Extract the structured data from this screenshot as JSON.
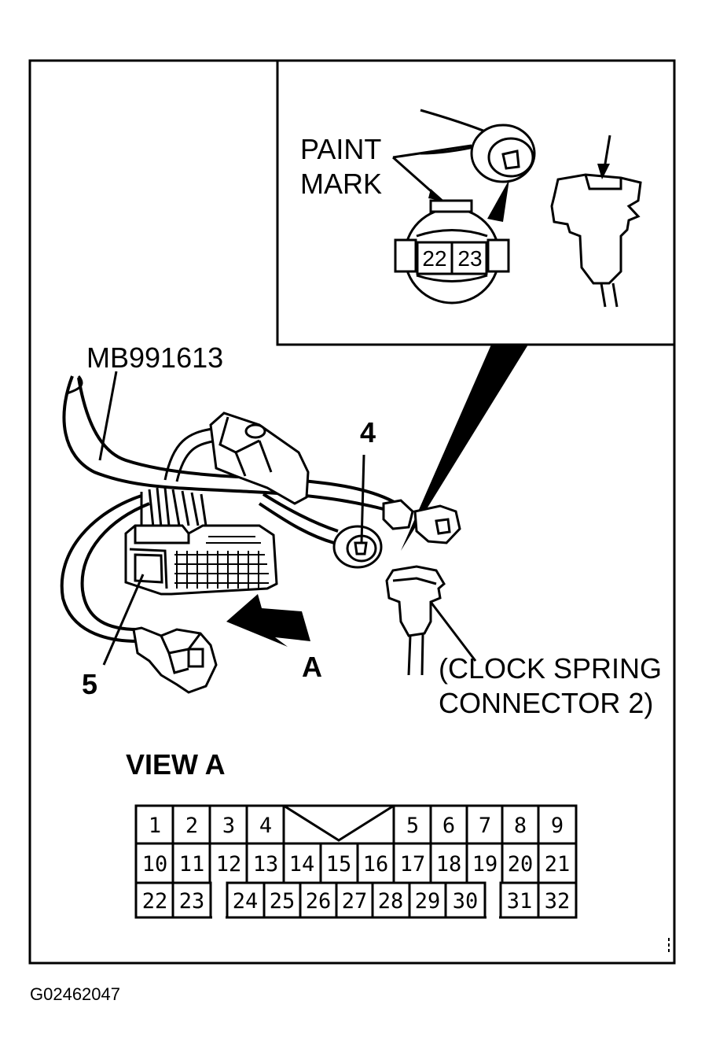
{
  "figure_id": "G02462047",
  "callouts": {
    "paint_mark_line1": "PAINT",
    "paint_mark_line2": "MARK",
    "tool": "MB991613",
    "item4": "4",
    "item5": "5",
    "arrow_a": "A",
    "clock_spring_line1": "(CLOCK SPRING",
    "clock_spring_line2": "CONNECTOR 2)"
  },
  "inset": {
    "pin_left": "22",
    "pin_right": "23"
  },
  "view_a": {
    "title": "VIEW A",
    "row1": [
      "1",
      "2",
      "3",
      "4",
      "5",
      "6",
      "7",
      "8",
      "9"
    ],
    "row2": [
      "10",
      "11",
      "12",
      "13",
      "14",
      "15",
      "16",
      "17",
      "18",
      "19",
      "20",
      "21"
    ],
    "row3": [
      "22",
      "23",
      "24",
      "25",
      "26",
      "27",
      "28",
      "29",
      "30",
      "31",
      "32"
    ]
  }
}
